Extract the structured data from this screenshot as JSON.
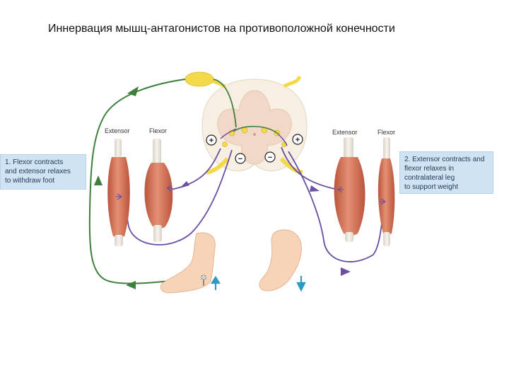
{
  "title": "Иннервация мышц-антагонистов на противоположной конечности",
  "labels": {
    "left_extensor": "Extensor",
    "left_flexor": "Flexor",
    "right_extensor": "Extensor",
    "right_flexor": "Flexor",
    "plus_left": "+",
    "minus_left": "−",
    "minus_right": "−",
    "plus_right": "+"
  },
  "callouts": {
    "left": [
      "1. Flexor contracts",
      "and extensor relaxes",
      "to withdraw foot"
    ],
    "right": [
      "2. Extensor contracts and",
      "flexor relaxes in",
      "contralateral leg",
      "to support weight"
    ]
  },
  "colors": {
    "sensory_pathway": "#3f7f3c",
    "motor_pathway": "#6b4fa3",
    "ganglion": "#f4d94a",
    "spinal_grey": "#f1d8c8",
    "spinal_white": "#f6efe2",
    "muscle": "#d9795d",
    "tendon": "#ece8e0",
    "skin": "#f7d3b7",
    "up_arrow": "#2a9bc4",
    "down_arrow": "#2a9bc4",
    "callout_bg": "#cfe3f3"
  },
  "icons": {
    "stimulus": "tack-pin-icon",
    "arrow_up": "arrow-up-icon",
    "arrow_down": "arrow-down-icon"
  }
}
